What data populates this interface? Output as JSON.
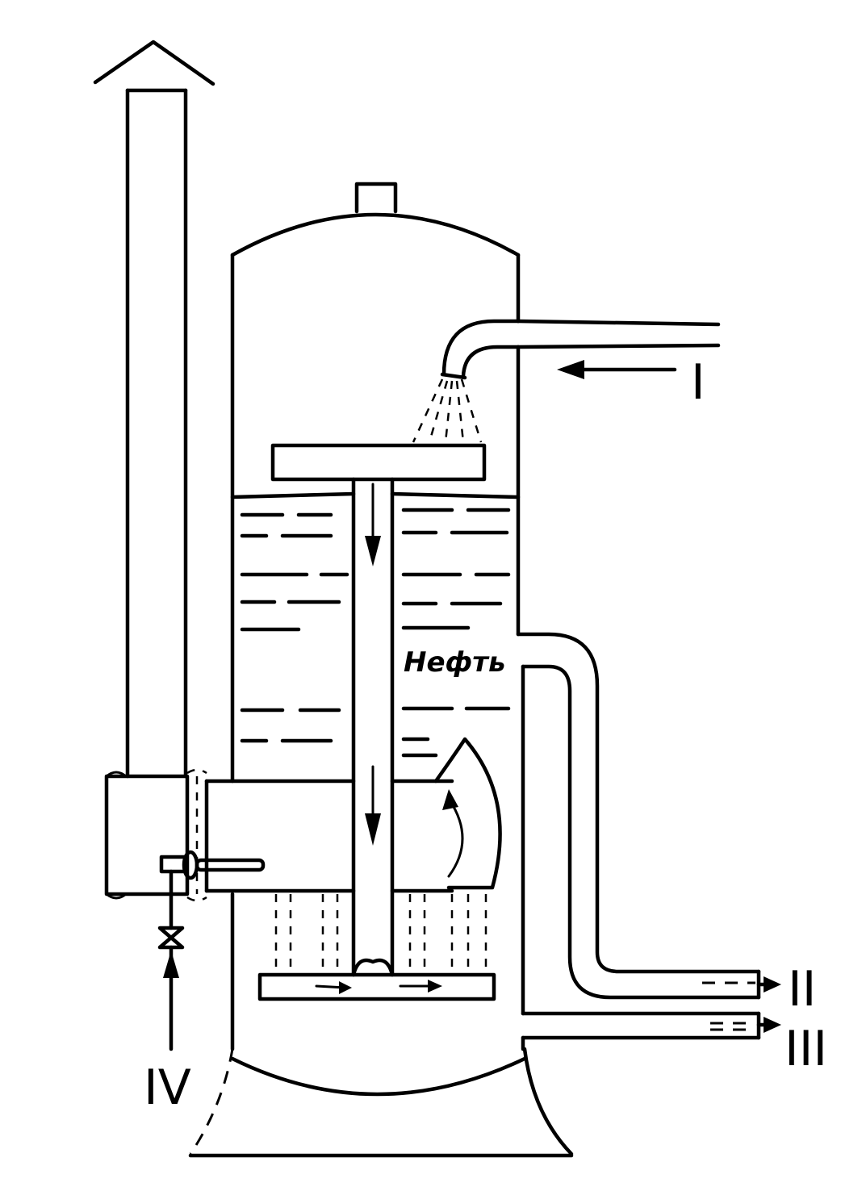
{
  "labels": {
    "oil": "Нефть",
    "stream_1": "I",
    "stream_2": "II",
    "stream_3": "III",
    "stream_4": "IV"
  }
}
